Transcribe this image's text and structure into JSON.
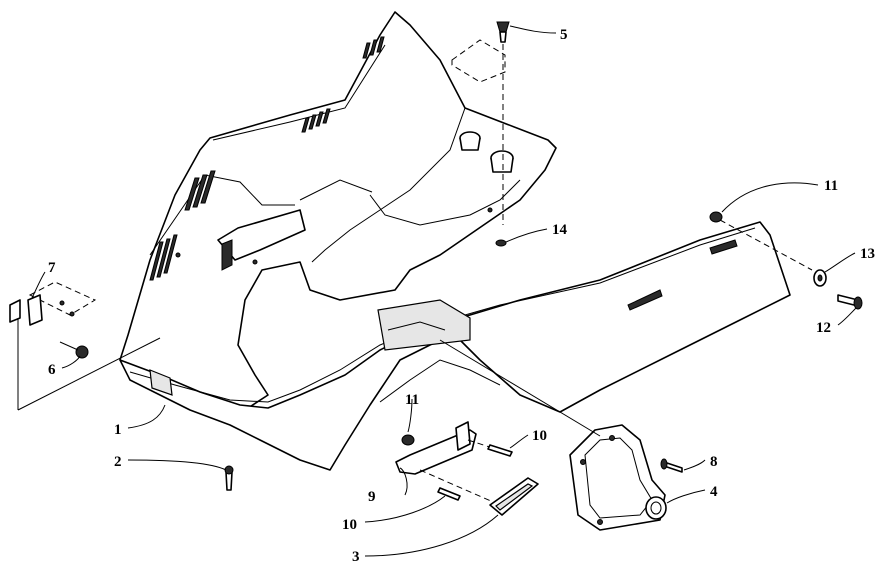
{
  "callouts": {
    "c1": "1",
    "c2": "2",
    "c3": "3",
    "c4": "4",
    "c5": "5",
    "c6": "6",
    "c7": "7",
    "c8": "8",
    "c9": "9",
    "c10a": "10",
    "c10b": "10",
    "c11a": "11",
    "c11b": "11",
    "c12": "12",
    "c13": "13",
    "c14": "14"
  }
}
